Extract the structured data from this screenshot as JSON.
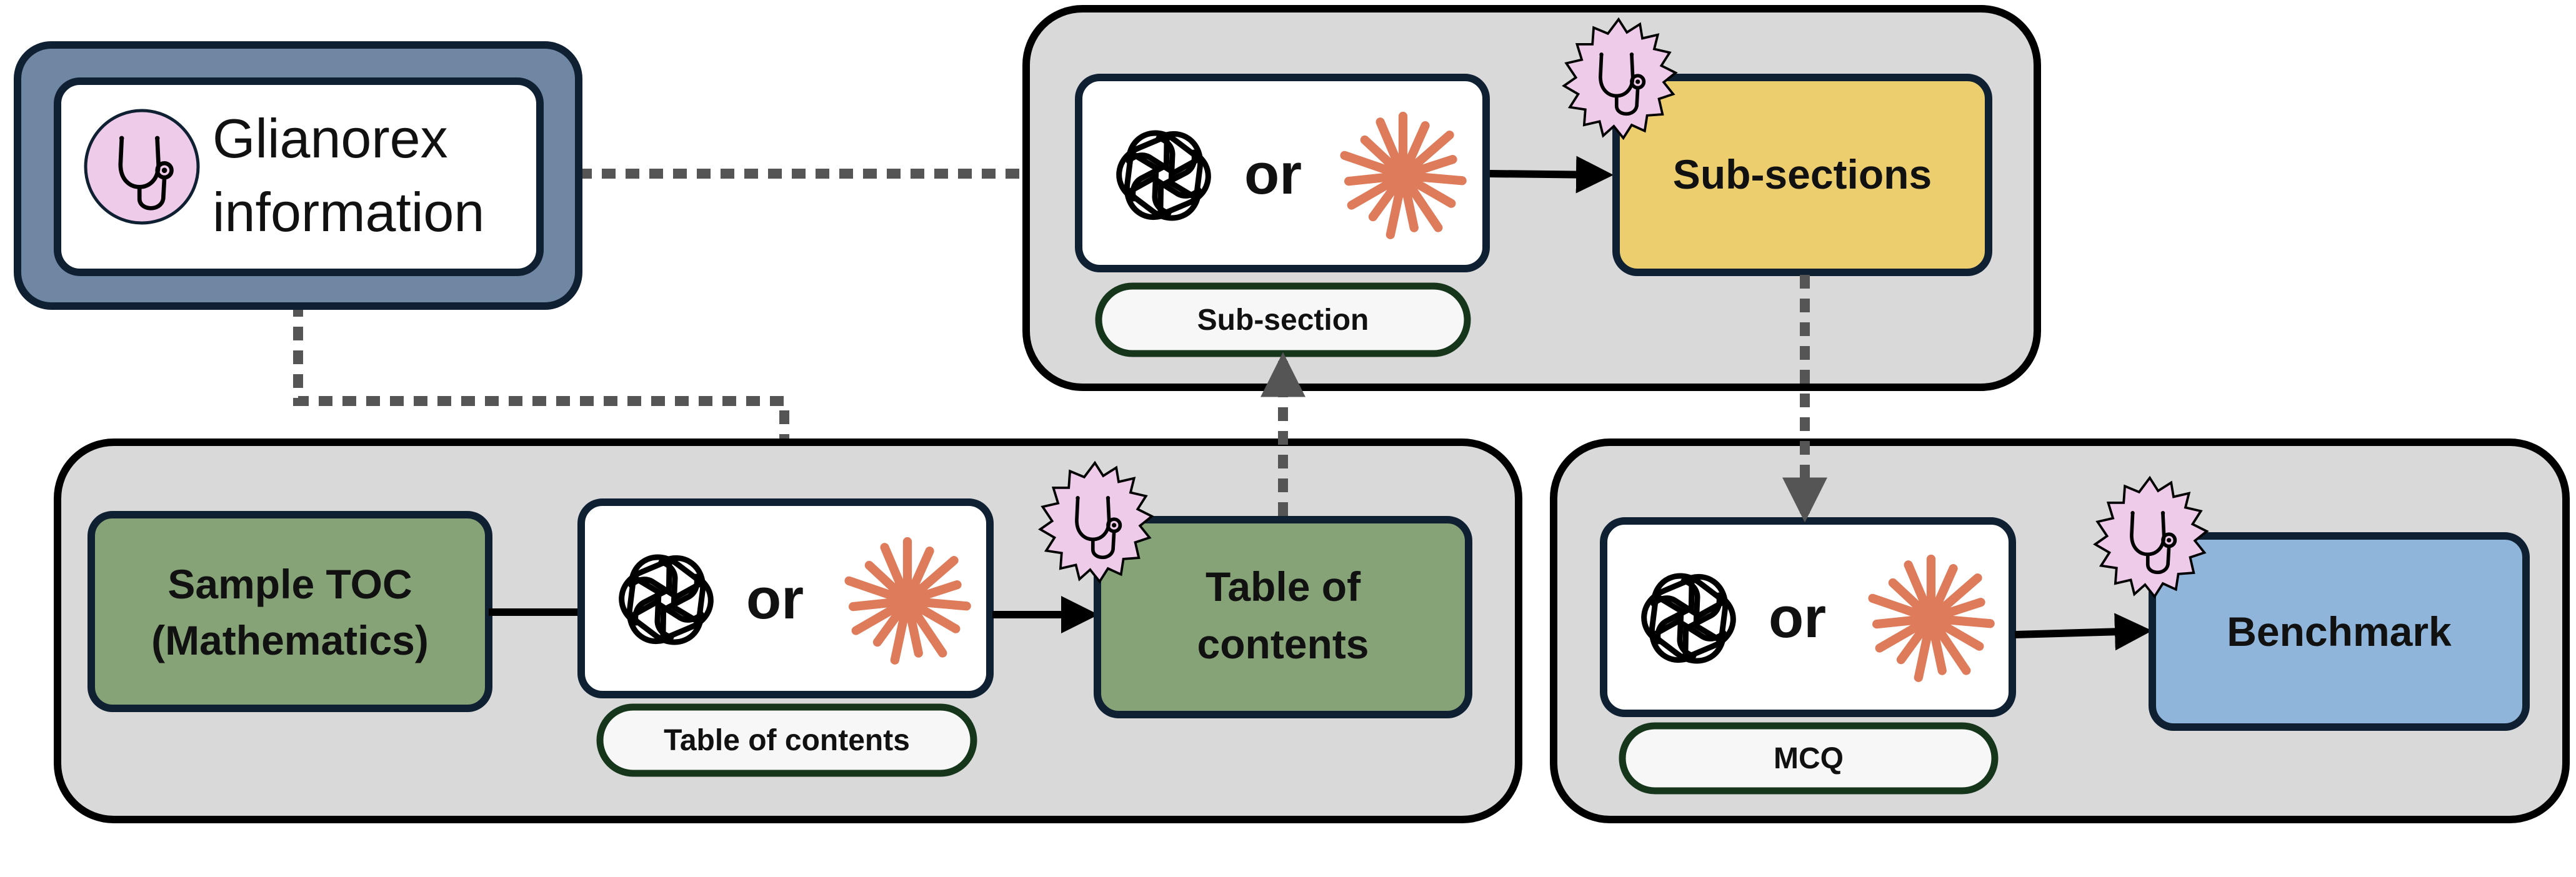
{
  "source": {
    "title_line1": "Glianorex",
    "title_line2": "information",
    "icon": "stethoscope-icon"
  },
  "top_panel": {
    "or_label": "or",
    "output_label": "Sub-sections",
    "pill_label": "Sub-section"
  },
  "bottom_left_panel": {
    "input_line1": "Sample TOC",
    "input_line2": "(Mathematics)",
    "or_label": "or",
    "output_line1": "Table of",
    "output_line2": "contents",
    "pill_label": "Table of contents"
  },
  "bottom_right_panel": {
    "or_label": "or",
    "output_label": "Benchmark",
    "pill_label": "MCQ"
  },
  "icons": {
    "model_a": "openai-logo-icon",
    "model_b": "claude-starburst-icon",
    "validation_badge": "stethoscope-badge-icon"
  },
  "colors": {
    "panel_fill": "#d9d9d9",
    "source_outer": "#6f87a3",
    "green_node": "#86a277",
    "yellow_node": "#ecce6e",
    "blue_node": "#90b5da",
    "starburst": "#de7b5b",
    "badge_fill": "#efcbea",
    "arrow_dotted": "#555555"
  }
}
